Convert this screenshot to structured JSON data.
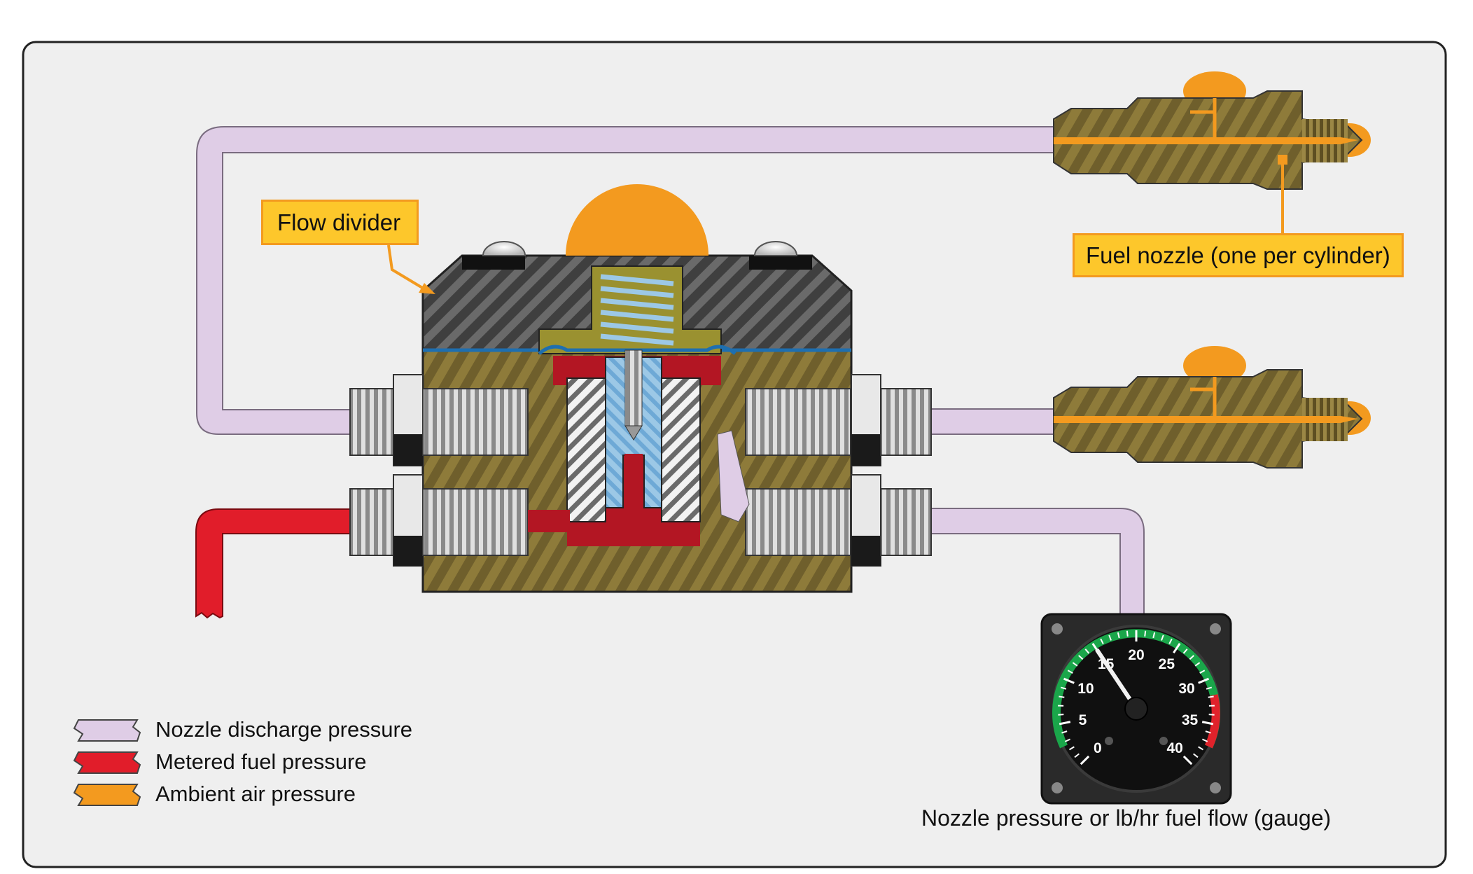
{
  "labels": {
    "flow_divider": "Flow divider",
    "fuel_nozzle": "Fuel nozzle (one per cylinder)",
    "gauge_caption": "Nozzle pressure or lb/hr fuel flow (gauge)"
  },
  "legend": [
    {
      "label": "Nozzle discharge pressure",
      "color": "#dfcde6"
    },
    {
      "label": "Metered fuel pressure",
      "color": "#e11d2a"
    },
    {
      "label": "Ambient air pressure",
      "color": "#f39a1f"
    }
  ],
  "gauge": {
    "scale_min": 0,
    "scale_max": 40,
    "needle_value": 15,
    "ticks": [
      "0",
      "5",
      "10",
      "15",
      "20",
      "25",
      "30",
      "35",
      "40"
    ],
    "colors": {
      "green": "#1aa64a",
      "red": "#e0222b",
      "face": "#101010"
    }
  },
  "colors": {
    "nozzle_discharge": "#dfcde6",
    "metered_fuel": "#e11d2a",
    "ambient_air": "#f39a1f",
    "body_brass": "#6b5a2a",
    "cap_gray": "#4a4a4a",
    "callout_fill": "#fdc72b",
    "panel_bg": "#efefef"
  }
}
